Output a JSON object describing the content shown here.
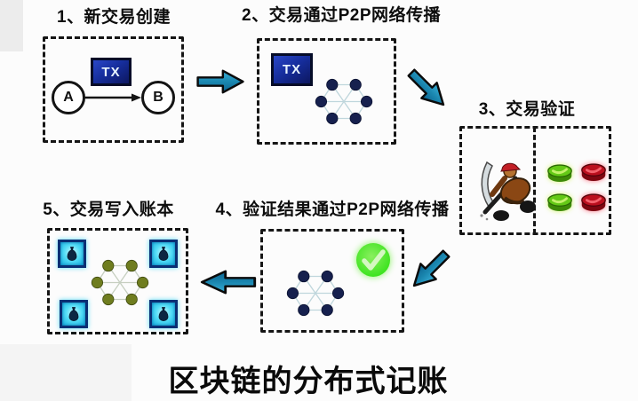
{
  "title": "区块链的分布式记账",
  "steps": {
    "s1": {
      "label": "1、新交易创建",
      "sender": "A",
      "receiver": "B",
      "tx_label": "TX"
    },
    "s2": {
      "label": "2、交易通过P2P网络传播",
      "tx_label": "TX"
    },
    "s3": {
      "label": "3、交易验证"
    },
    "s4": {
      "label": "4、验证结果通过P2P网络传播"
    },
    "s5": {
      "label": "5、交易写入账本"
    }
  },
  "icons": {
    "flow_arrow": "block-arrow",
    "p2p_network": "hexagon-node-mesh",
    "miner": "miner-with-pickaxe",
    "valid_token": "green-coin",
    "invalid_token": "red-coin",
    "check": "green-check-circle",
    "ledger": "cyan-ledger-square-with-money-bag"
  },
  "colors": {
    "arrow": "#1b87b0",
    "network_node": "#16204e",
    "ledger_node": "#6f7d1f",
    "tx_blue": "#162e9e",
    "check_green": "#35e41c",
    "coin_green": "#63c916",
    "coin_red": "#bb0f1e",
    "ledger_cyan": "#12aede",
    "text": "#0e0e0e"
  }
}
